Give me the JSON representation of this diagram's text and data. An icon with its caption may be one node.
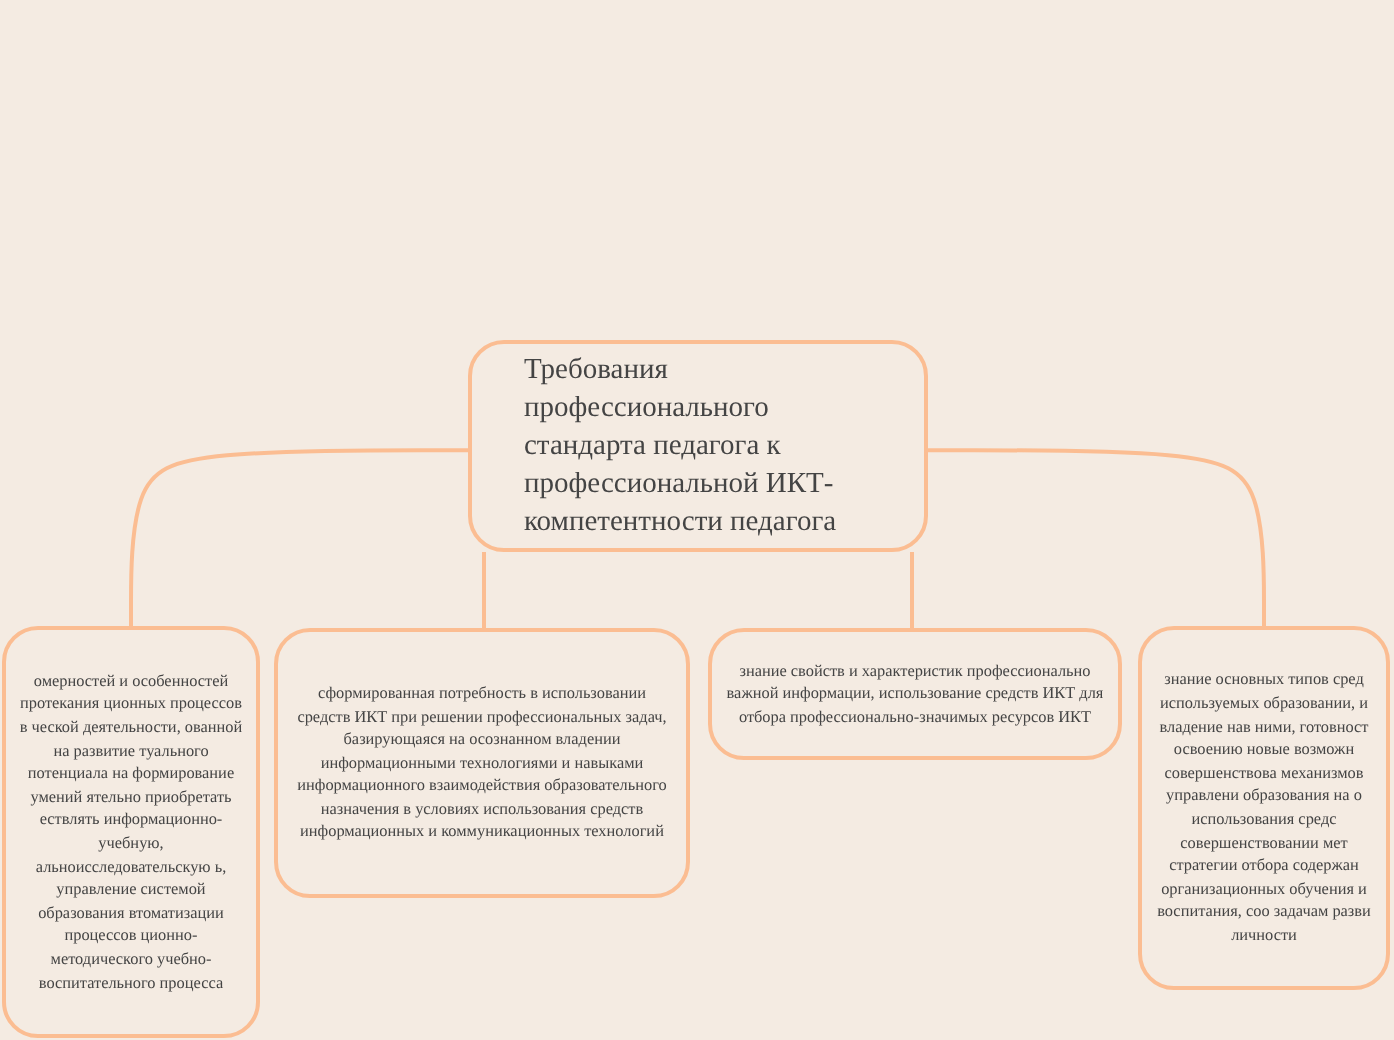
{
  "diagram": {
    "nodes": [
      {
        "text": [
          "Требования профессионального стандарта педагога к профессиональной ИКТ-компетентности педагога"
        ]
      },
      {
        "text": [
          "омерностей и особенностей протекания ционных процессов в ческой деятельности, ованной на развитие туального потенциала на формирование умений ятельно приобретать ествлять информационно- учебную, альноисследовательскую ь, управление системой образования втоматизации процессов ционно-методического учебно-воспитательного процесса"
        ]
      },
      {
        "text": [
          "сформированная потребность в использовании средств ИКТ при решении профессиональных задач, базирующаяся на осознанном владении информационными технологиями и навыками информационного взаимодействия образовательного назначения в условиях использования средств информационных и коммуникационных технологий"
        ]
      },
      {
        "text": [
          "знание свойств и характеристик профессионально важной информации, использование средств ИКТ для отбора профессионально-значимых ресурсов ИКТ"
        ]
      },
      {
        "text": [
          "знание основных типов сред используемых образовании, и владение нав ними, готовност освоению новые возможн совершенствова механизмов управлени образования на о использования средс совершенствовании мет стратегии отбора содержан организационных обучения и воспитания, соо задачам разви личности"
        ]
      }
    ],
    "edges": [
      {
        "from": 0,
        "to": 1,
        "arrow": "none"
      },
      {
        "from": 0,
        "to": 2,
        "arrow": "none"
      },
      {
        "from": 0,
        "to": 3,
        "arrow": "none"
      },
      {
        "from": 0,
        "to": 4,
        "arrow": "none"
      }
    ]
  }
}
